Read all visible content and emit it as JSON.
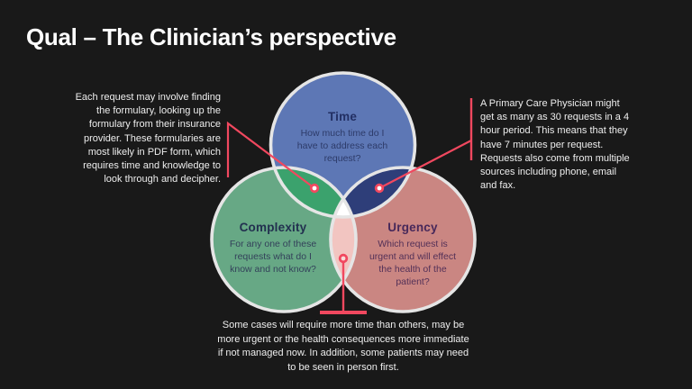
{
  "slide": {
    "title": "Qual – The Clinician’s perspective",
    "background": "#191919",
    "accent": "#f1485f"
  },
  "palette": {
    "circle_time": "#5d77b5",
    "circle_complexity": "#67a885",
    "circle_urgency": "#ca8682",
    "overlap_time_complexity": "#3ba26d",
    "overlap_time_urgency": "#2e3e79",
    "overlap_complexity_urgency": "#f2c5c1",
    "overlap_center": "#ffffff",
    "circle_stroke": "#e5e5e5",
    "dot_center_white": "#ffffff",
    "dot_center_pink": "#f8dbd8"
  },
  "venn": {
    "circles": [
      {
        "id": "time",
        "label": "Time",
        "description": "How much time do I\nhave to address each\nrequest?"
      },
      {
        "id": "complexity",
        "label": "Complexity",
        "description": "For any one of these\nrequests what do I\nknow and not know?"
      },
      {
        "id": "urgency",
        "label": "Urgency",
        "description": "Which request is\nurgent and will effect\nthe health of the\npatient?"
      }
    ]
  },
  "annotations": {
    "left": "Each request may involve finding\nthe formulary, looking up the\nformulary from their insurance\nprovider. These formularies are\nmost likely in PDF form, which\nrequires time and knowledge to\nlook through and decipher.",
    "right": "A Primary Care Physician might\nget as many as 30 requests in a 4\nhour period. This means that they\nhave 7 minutes per request.\nRequests also come from multiple\nsources including phone, email\nand fax.",
    "bottom": "Some cases will require more time than others, may be\nmore urgent or the health consequences more immediate\nif not managed now. In addition, some patients may need\nto be seen in person first."
  }
}
